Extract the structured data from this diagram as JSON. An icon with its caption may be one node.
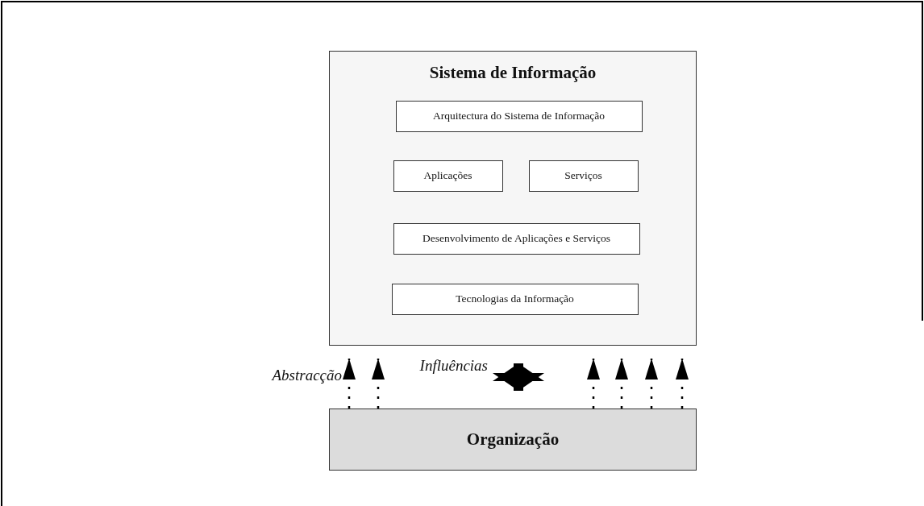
{
  "diagram": {
    "nodes": [
      {
        "text": [
          "Sistema de Informação"
        ]
      },
      {
        "text": [
          "Arquitectura do Sistema de Informação"
        ],
        "in": 0
      },
      {
        "text": [
          "Aplicações"
        ],
        "in": 0
      },
      {
        "text": [
          "Serviços"
        ],
        "in": 0
      },
      {
        "text": [
          "Desenvolvimento de Aplicações e Serviços"
        ],
        "in": 0
      },
      {
        "text": [
          "Tecnologias da Informação"
        ],
        "in": 0
      },
      {
        "text": [
          "Organização"
        ]
      }
    ],
    "edges": [
      {
        "from": 6,
        "to": 0,
        "arrow": "to",
        "style": "dashed"
      },
      {
        "from": 6,
        "to": 0,
        "arrow": "to",
        "style": "dashed"
      },
      {
        "from": 6,
        "to": 0,
        "arrow": "both",
        "style": "thick"
      },
      {
        "from": 6,
        "to": 0,
        "arrow": "to",
        "style": "dashed"
      },
      {
        "from": 6,
        "to": 0,
        "arrow": "to",
        "style": "dashed"
      },
      {
        "from": 6,
        "to": 0,
        "arrow": "to",
        "style": "dashed"
      },
      {
        "from": 6,
        "to": 0,
        "arrow": "to",
        "style": "dashed"
      }
    ],
    "labels": [
      "Abstracção",
      "Influências"
    ]
  }
}
